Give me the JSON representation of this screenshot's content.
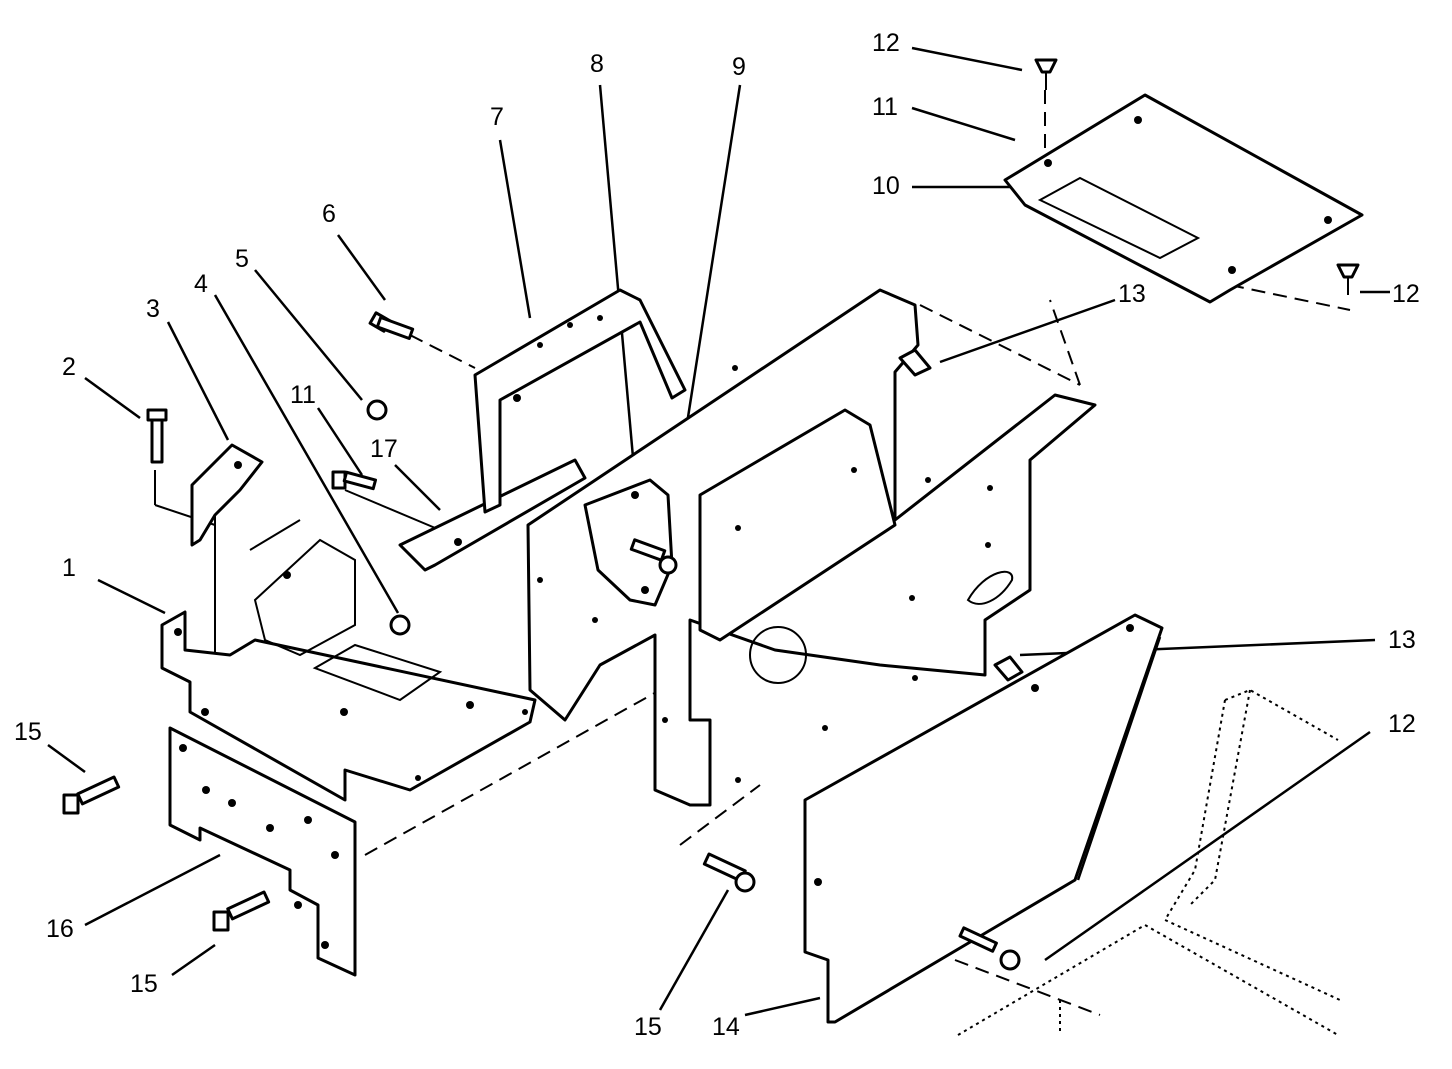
{
  "callouts": [
    {
      "id": "c1",
      "text": "1"
    },
    {
      "id": "c2",
      "text": "2"
    },
    {
      "id": "c3",
      "text": "3"
    },
    {
      "id": "c4",
      "text": "4"
    },
    {
      "id": "c5",
      "text": "5"
    },
    {
      "id": "c6",
      "text": "6"
    },
    {
      "id": "c7",
      "text": "7"
    },
    {
      "id": "c8",
      "text": "8"
    },
    {
      "id": "c9",
      "text": "9"
    },
    {
      "id": "c10",
      "text": "10"
    },
    {
      "id": "c11a",
      "text": "11"
    },
    {
      "id": "c11b",
      "text": "11"
    },
    {
      "id": "c12a",
      "text": "12"
    },
    {
      "id": "c12b",
      "text": "12"
    },
    {
      "id": "c12c",
      "text": "12"
    },
    {
      "id": "c13a",
      "text": "13"
    },
    {
      "id": "c13b",
      "text": "13"
    },
    {
      "id": "c14",
      "text": "14"
    },
    {
      "id": "c15a",
      "text": "15"
    },
    {
      "id": "c15b",
      "text": "15"
    },
    {
      "id": "c15c",
      "text": "15"
    },
    {
      "id": "c16",
      "text": "16"
    },
    {
      "id": "c17",
      "text": "17"
    }
  ]
}
